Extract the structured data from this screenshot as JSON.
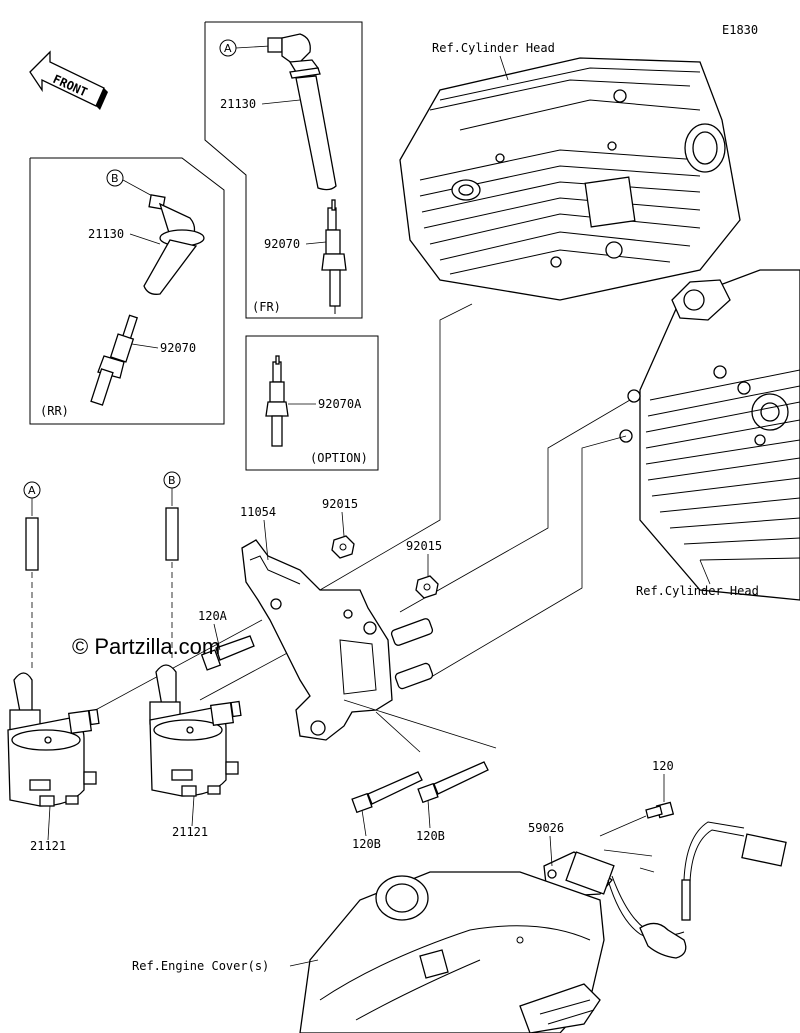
{
  "diagram_id": "E1830",
  "watermark": "© Partzilla.com",
  "front_label": "FRONT",
  "ref_labels": {
    "cylinder_head_top": "Ref.Cylinder Head",
    "cylinder_head_right": "Ref.Cylinder Head",
    "engine_cover": "Ref.Engine Cover(s)"
  },
  "box_labels": {
    "front": "(FR)",
    "rear": "(RR)",
    "option": "(OPTION)"
  },
  "callouts": {
    "a_top": "A",
    "b_rr": "B",
    "a_left": "A",
    "b_left": "B"
  },
  "part_labels": {
    "cap_fr": "21130",
    "plug_fr": "92070",
    "cap_rr": "21130",
    "plug_rr": "92070",
    "plug_option": "92070A",
    "bracket": "11054",
    "nut_top": "92015",
    "nut_right": "92015",
    "bolt_120a": "120A",
    "coil_left": "21121",
    "coil_right": "21121",
    "bolt_120b_left": "120B",
    "bolt_120b_right": "120B",
    "bolt_120": "120",
    "sensor": "59026"
  }
}
